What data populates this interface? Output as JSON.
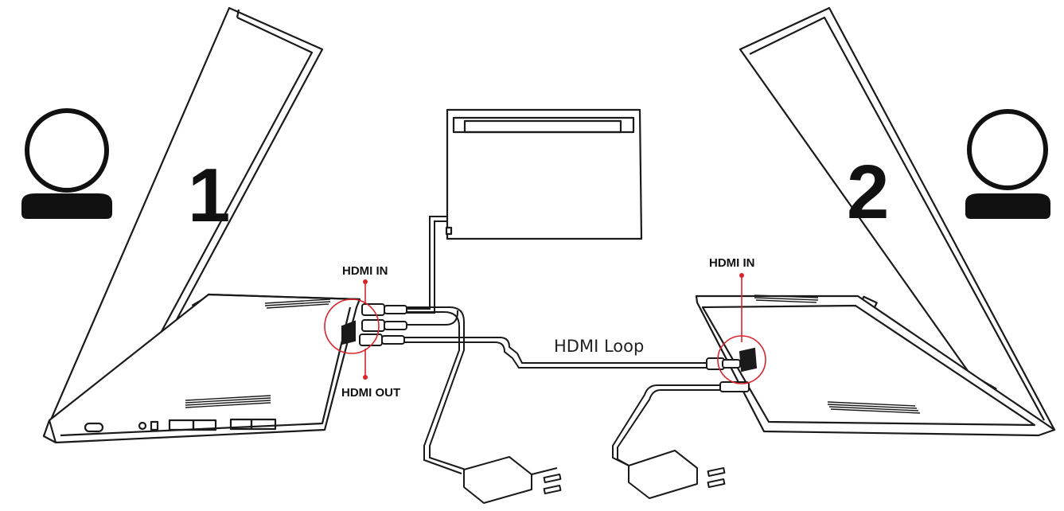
{
  "diagram": {
    "users": [
      {
        "number": "1",
        "icon": "user-icon"
      },
      {
        "number": "2",
        "icon": "user-icon"
      }
    ],
    "labels": {
      "hdmi_in_left": "HDMI IN",
      "hdmi_out_left": "HDMI OUT",
      "hdmi_loop": "HDMI Loop",
      "hdmi_in_right": "HDMI IN"
    },
    "colors": {
      "line": "#1a1a1a",
      "highlight": "#d9252a",
      "fill_dark": "#111111"
    }
  }
}
